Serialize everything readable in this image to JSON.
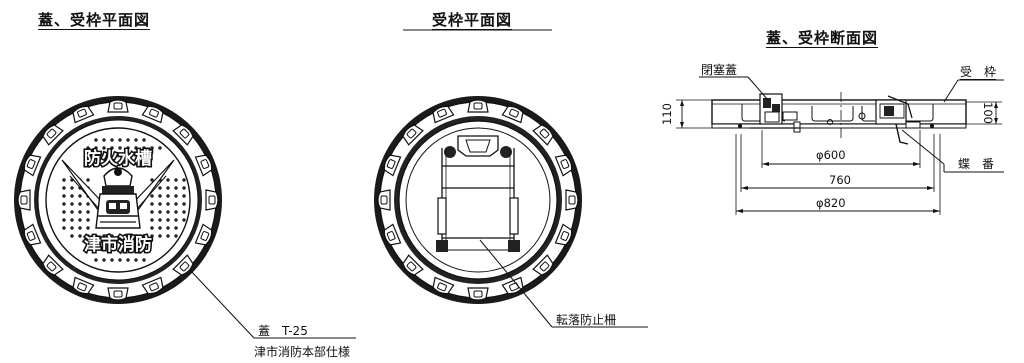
{
  "views": {
    "lid_frame_plan": {
      "title": "蓋、受枠平面図",
      "lid_text_top": "防火水槽",
      "lid_text_bottom": "津市消防",
      "callout_line1": "蓋　T-25",
      "callout_line2": "津市消防本部仕様"
    },
    "frame_plan": {
      "title": "受枠平面図",
      "callout": "転落防止柵"
    },
    "section": {
      "title": "蓋、受枠断面図",
      "label_lid": "閉塞蓋",
      "label_frame": "受　枠",
      "label_hinge": "蝶　番",
      "dim_height_left": "110",
      "dim_height_right": "100",
      "dim_opening": "φ600",
      "dim_mid": "760",
      "dim_outer": "φ820"
    }
  }
}
